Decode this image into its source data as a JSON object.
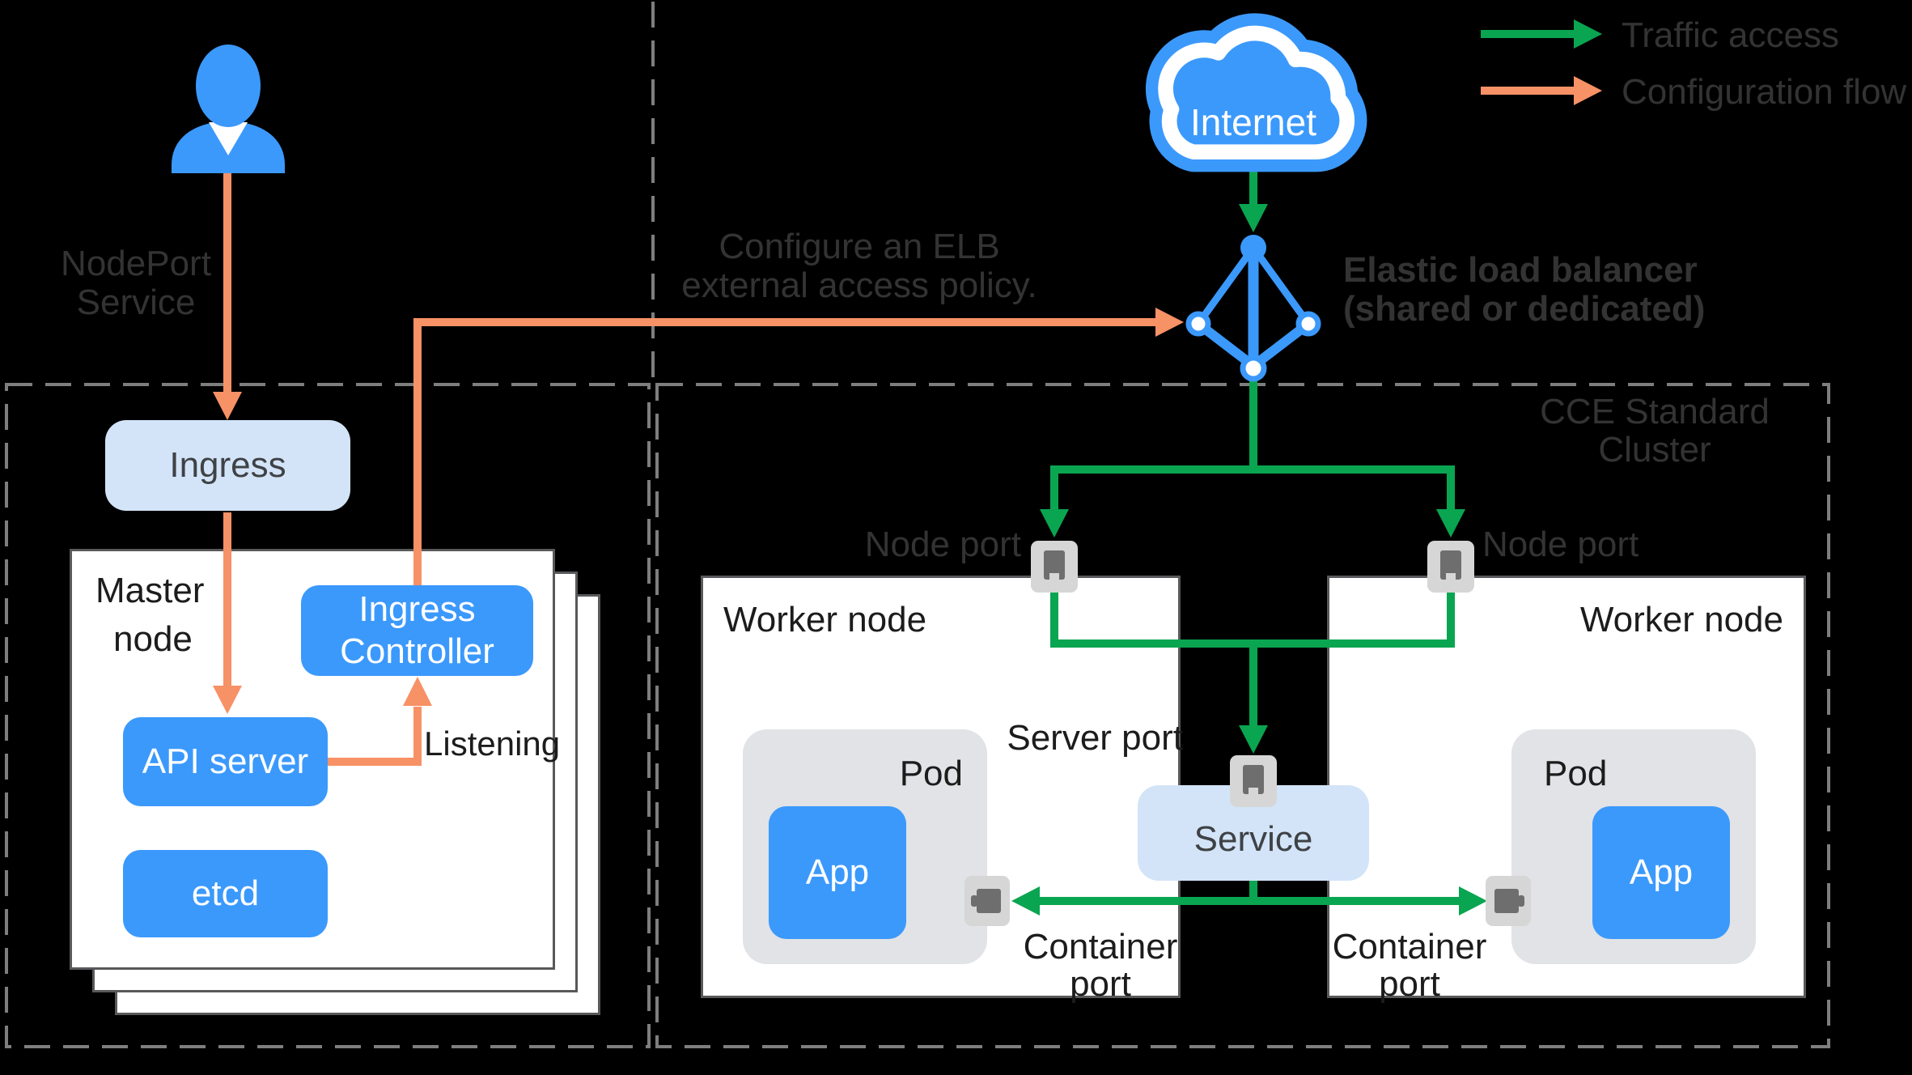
{
  "legend": {
    "traffic_label": "Traffic access",
    "config_label": "Configuration flow"
  },
  "internet": {
    "label": "Internet"
  },
  "elb": {
    "line1": "Elastic load balancer",
    "line2": "(shared or dedicated)"
  },
  "note": {
    "line1": "Configure an ELB",
    "line2": "external access policy."
  },
  "nodeport_service": {
    "line1": "NodePort",
    "line2": "Service"
  },
  "cce_cluster": {
    "line1": "CCE Standard",
    "line2": "Cluster"
  },
  "master": {
    "title_line1": "Master",
    "title_line2": "node",
    "ingress": "Ingress",
    "ingress_controller_line1": "Ingress",
    "ingress_controller_line2": "Controller",
    "api_server": "API server",
    "etcd": "etcd",
    "listening": "Listening"
  },
  "traffic_path": {
    "node_port_left": "Node port",
    "node_port_right": "Node port",
    "server_port": "Server port",
    "service": "Service"
  },
  "workers": {
    "left": {
      "title": "Worker node",
      "pod": "Pod",
      "app": "App",
      "container_port_line1": "Container",
      "container_port_line2": "port"
    },
    "right": {
      "title": "Worker node",
      "pod": "Pod",
      "app": "App",
      "container_port_line1": "Container",
      "container_port_line2": "port"
    }
  },
  "colors": {
    "blue": "#3b99fc",
    "light_blue": "#d3e4f8",
    "orange": "#f79166",
    "green": "#0aa550",
    "pod_gray": "#e1e3e6",
    "icon_bg": "#d6d6d6",
    "icon_glyph": "#6e6e6e",
    "box_border": "#58595b",
    "dashed_border": "#7e7e7e",
    "text_dark": "#1c1c1c",
    "white": "#ffffff"
  }
}
